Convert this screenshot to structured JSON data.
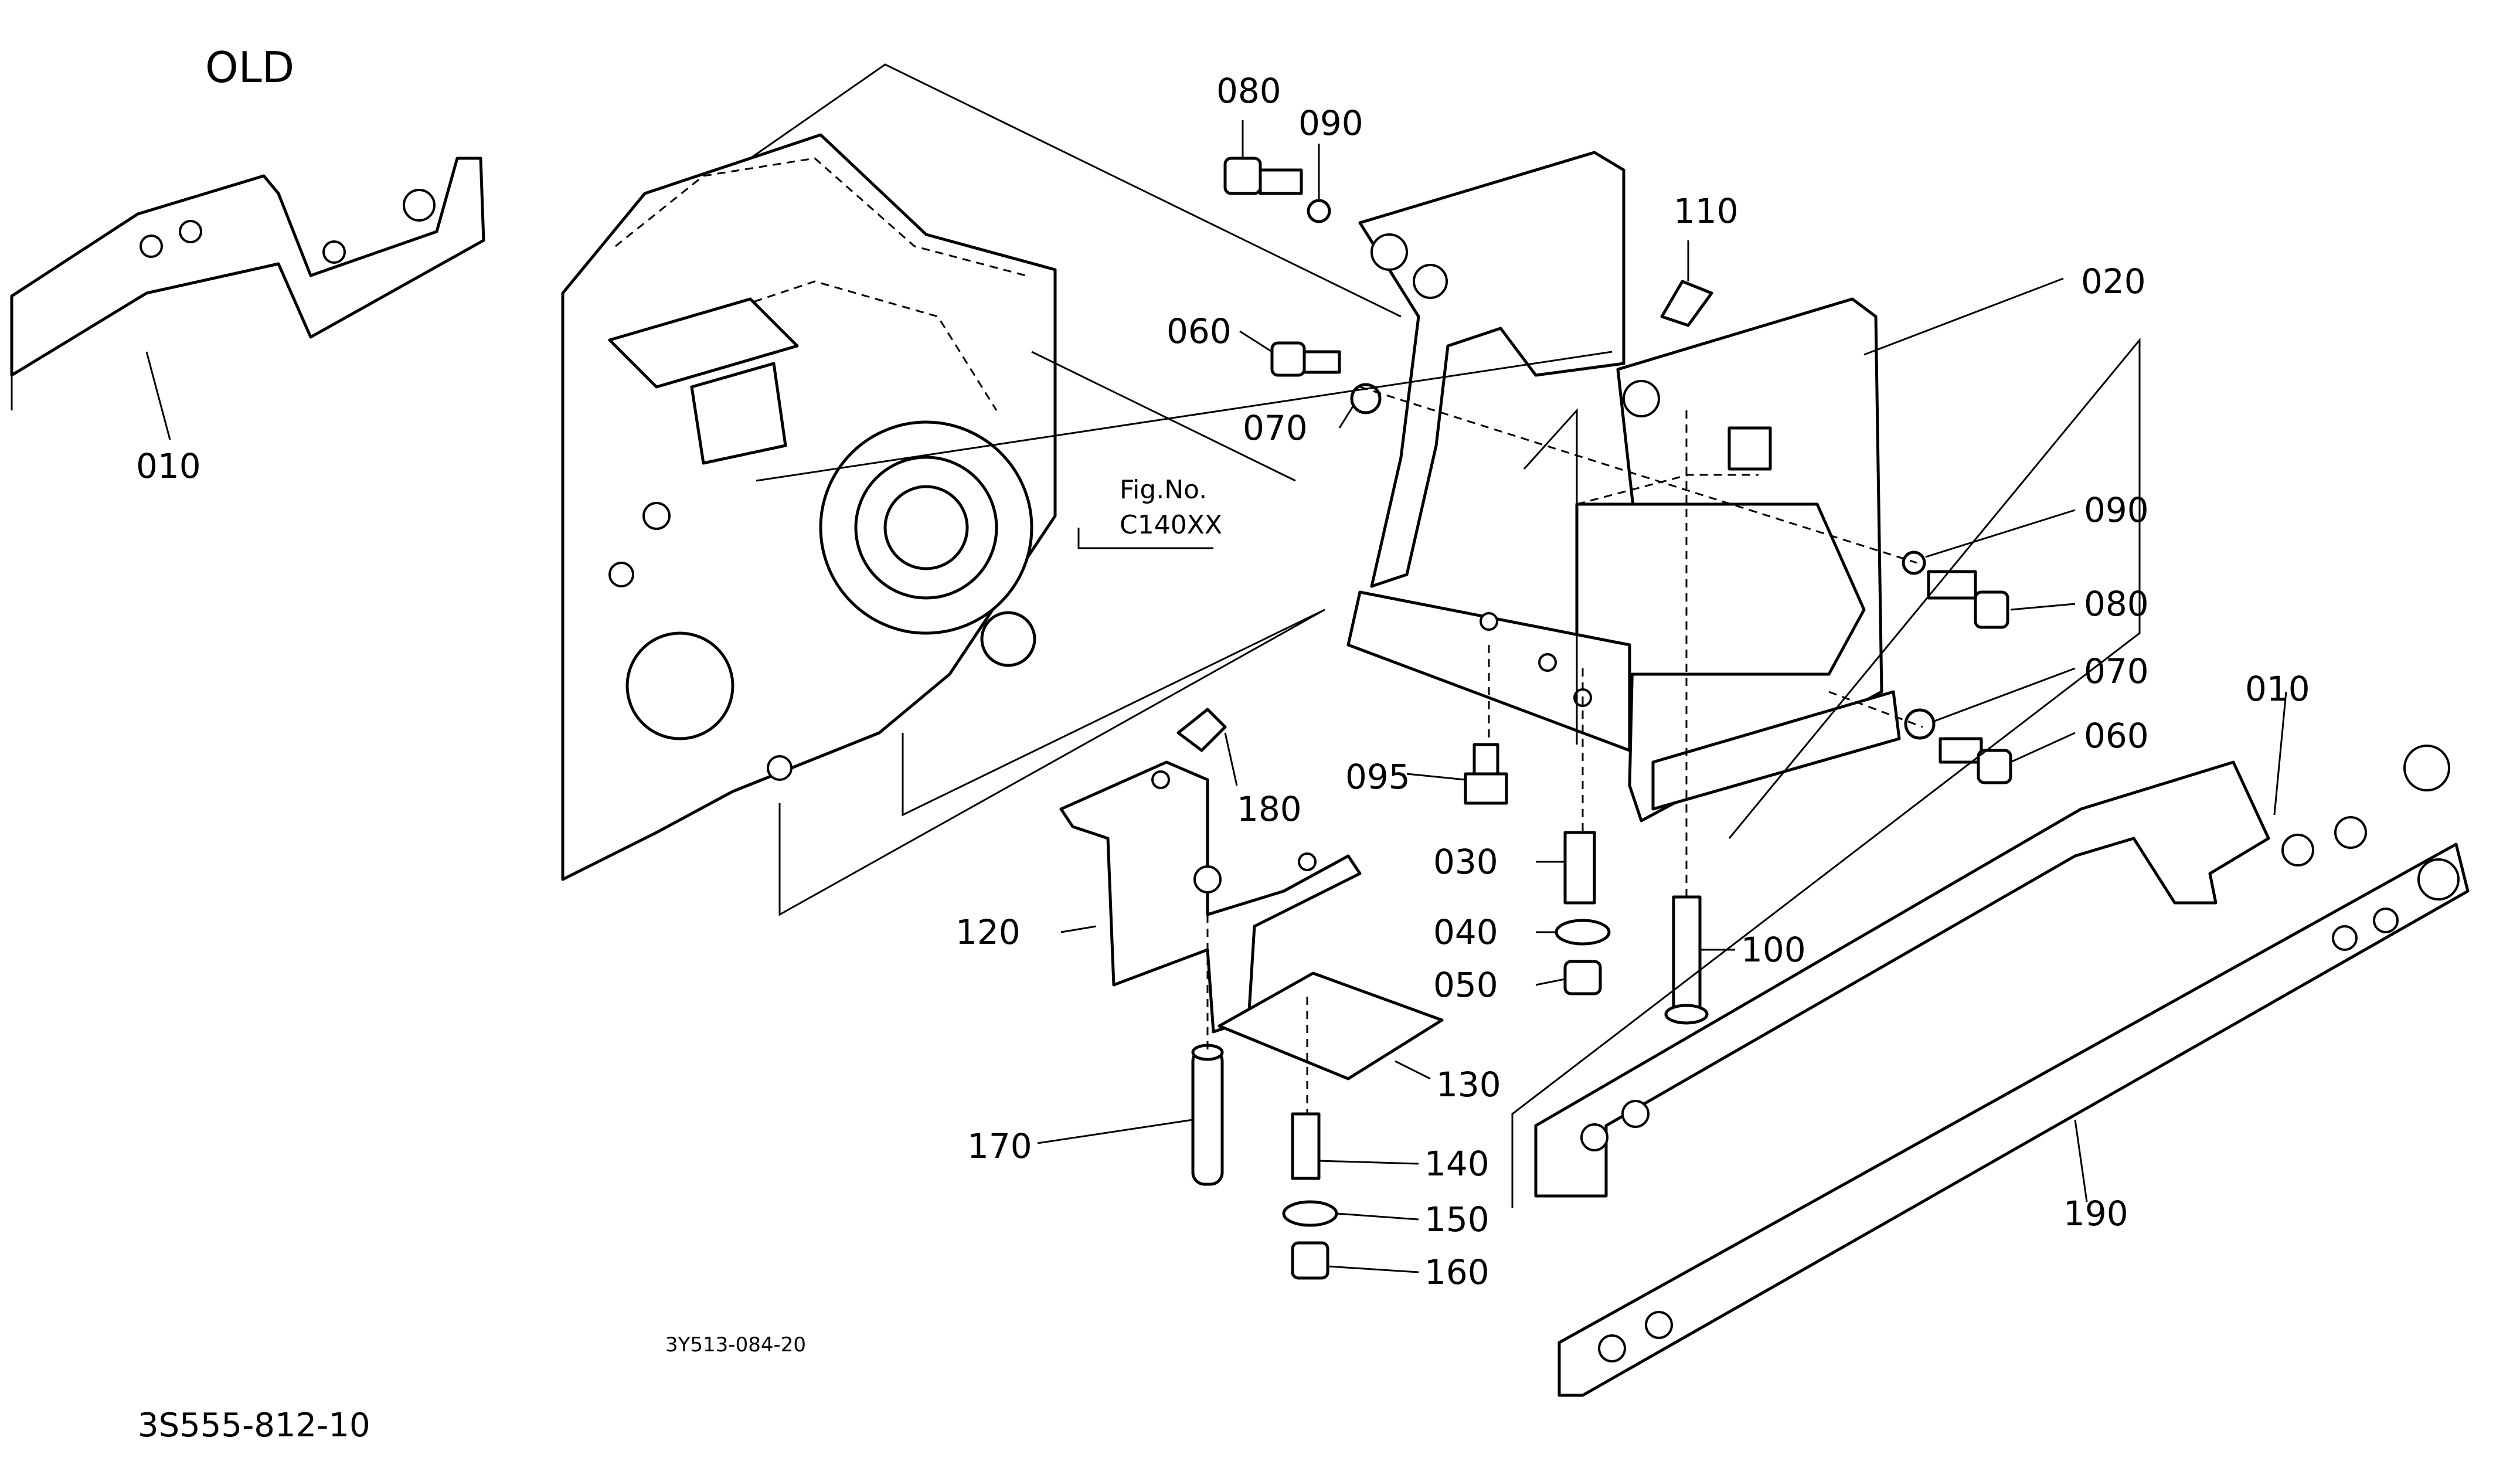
{
  "title": "OLD",
  "figure_reference": {
    "line1": "Fig.No.",
    "line2": "C140XX"
  },
  "callouts": {
    "c010_left": "010",
    "c010_right": "010",
    "c020": "020",
    "c030": "030",
    "c040": "040",
    "c050": "050",
    "c060_top": "060",
    "c060_right": "060",
    "c070_top": "070",
    "c070_right": "070",
    "c080_top": "080",
    "c080_right": "080",
    "c090_top": "090",
    "c090_right": "090",
    "c095": "095",
    "c100": "100",
    "c110": "110",
    "c120": "120",
    "c130": "130",
    "c140": "140",
    "c150": "150",
    "c160": "160",
    "c170": "170",
    "c180": "180",
    "c190": "190"
  },
  "drawing_codes": {
    "small": "3Y513-084-20",
    "big": "3S555-812-10"
  }
}
